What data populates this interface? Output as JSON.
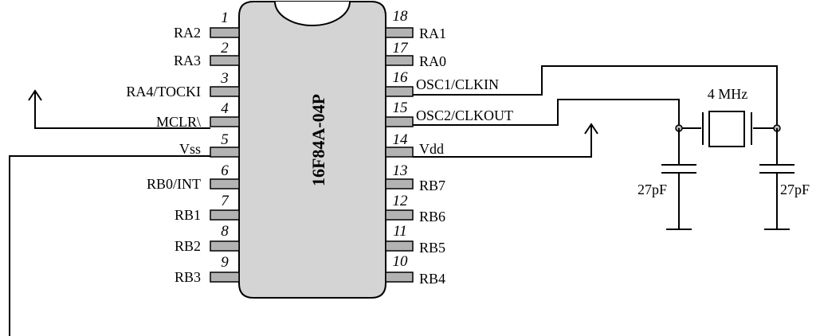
{
  "chip": {
    "part_number": "16F84A-04P",
    "left_pins": [
      {
        "num": "1",
        "label": "RA2"
      },
      {
        "num": "2",
        "label": "RA3"
      },
      {
        "num": "3",
        "label": "RA4/TOCKI"
      },
      {
        "num": "4",
        "label": "MCLR\\"
      },
      {
        "num": "5",
        "label": "Vss"
      },
      {
        "num": "6",
        "label": "RB0/INT"
      },
      {
        "num": "7",
        "label": "RB1"
      },
      {
        "num": "8",
        "label": "RB2"
      },
      {
        "num": "9",
        "label": "RB3"
      }
    ],
    "right_pins": [
      {
        "num": "18",
        "label": "RA1"
      },
      {
        "num": "17",
        "label": "RA0"
      },
      {
        "num": "16",
        "label": "OSC1/CLKIN"
      },
      {
        "num": "15",
        "label": "OSC2/CLKOUT"
      },
      {
        "num": "14",
        "label": "Vdd"
      },
      {
        "num": "13",
        "label": "RB7"
      },
      {
        "num": "12",
        "label": "RB6"
      },
      {
        "num": "11",
        "label": "RB5"
      },
      {
        "num": "10",
        "label": "RB4"
      }
    ]
  },
  "crystal": {
    "label": "4 MHz"
  },
  "capacitors": [
    {
      "label": "27pF"
    },
    {
      "label": "27pF"
    }
  ],
  "colors": {
    "body_fill": "#d4d4d4",
    "pin_fill": "#b3b3b3",
    "wire": "#000000"
  }
}
